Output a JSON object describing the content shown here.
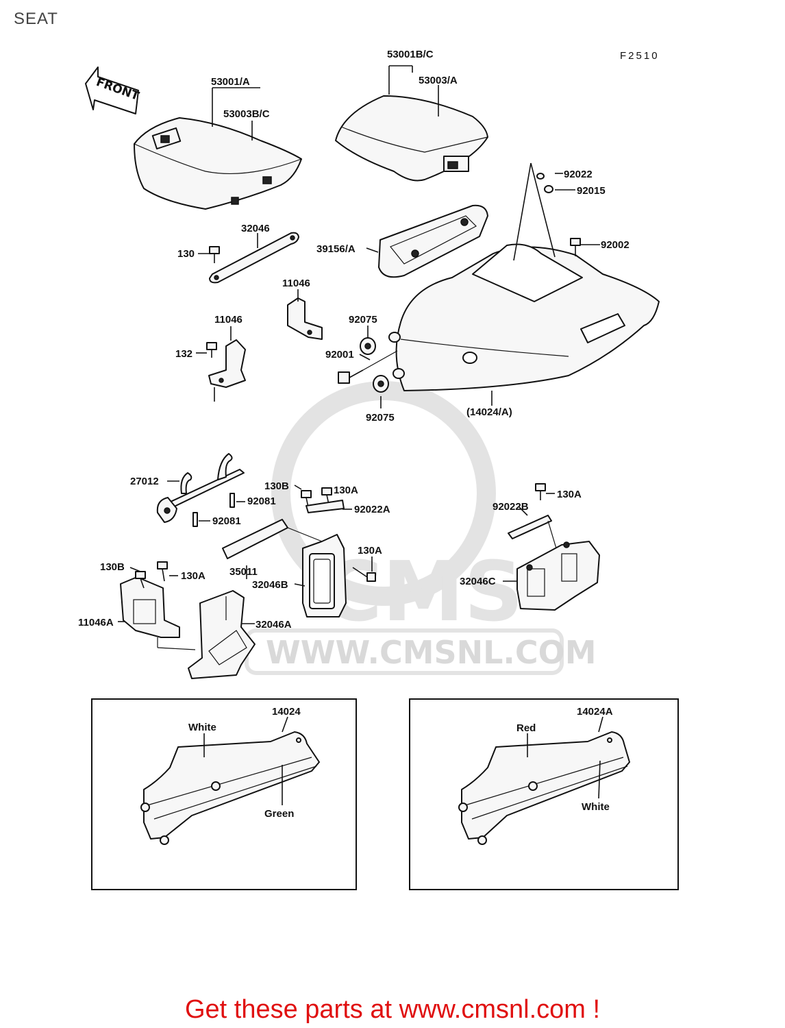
{
  "title": "SEAT",
  "figure_code": "F2510",
  "front_arrow_label": "FRONT",
  "watermark": {
    "logo": "CMS",
    "url": "WWW.CMSNL.COM"
  },
  "callouts": [
    "53001B/C",
    "53003/A",
    "53001/A",
    "53003B/C",
    "92022",
    "92015",
    "32046",
    "130",
    "39156/A",
    "92002",
    "11046",
    "11046",
    "132",
    "92075",
    "92001",
    "92075",
    "(14024/A)",
    "27012",
    "130B",
    "130A",
    "92081",
    "92081",
    "92022A",
    "130A",
    "92022B",
    "130A",
    "130B",
    "130A",
    "35011",
    "32046B",
    "32046C",
    "11046A",
    "32046A"
  ],
  "inset_left": {
    "part": "14024",
    "colors": [
      "White",
      "Green"
    ]
  },
  "inset_right": {
    "part": "14024A",
    "colors": [
      "Red",
      "White"
    ]
  },
  "cta": "Get these parts at www.cmsnl.com !"
}
